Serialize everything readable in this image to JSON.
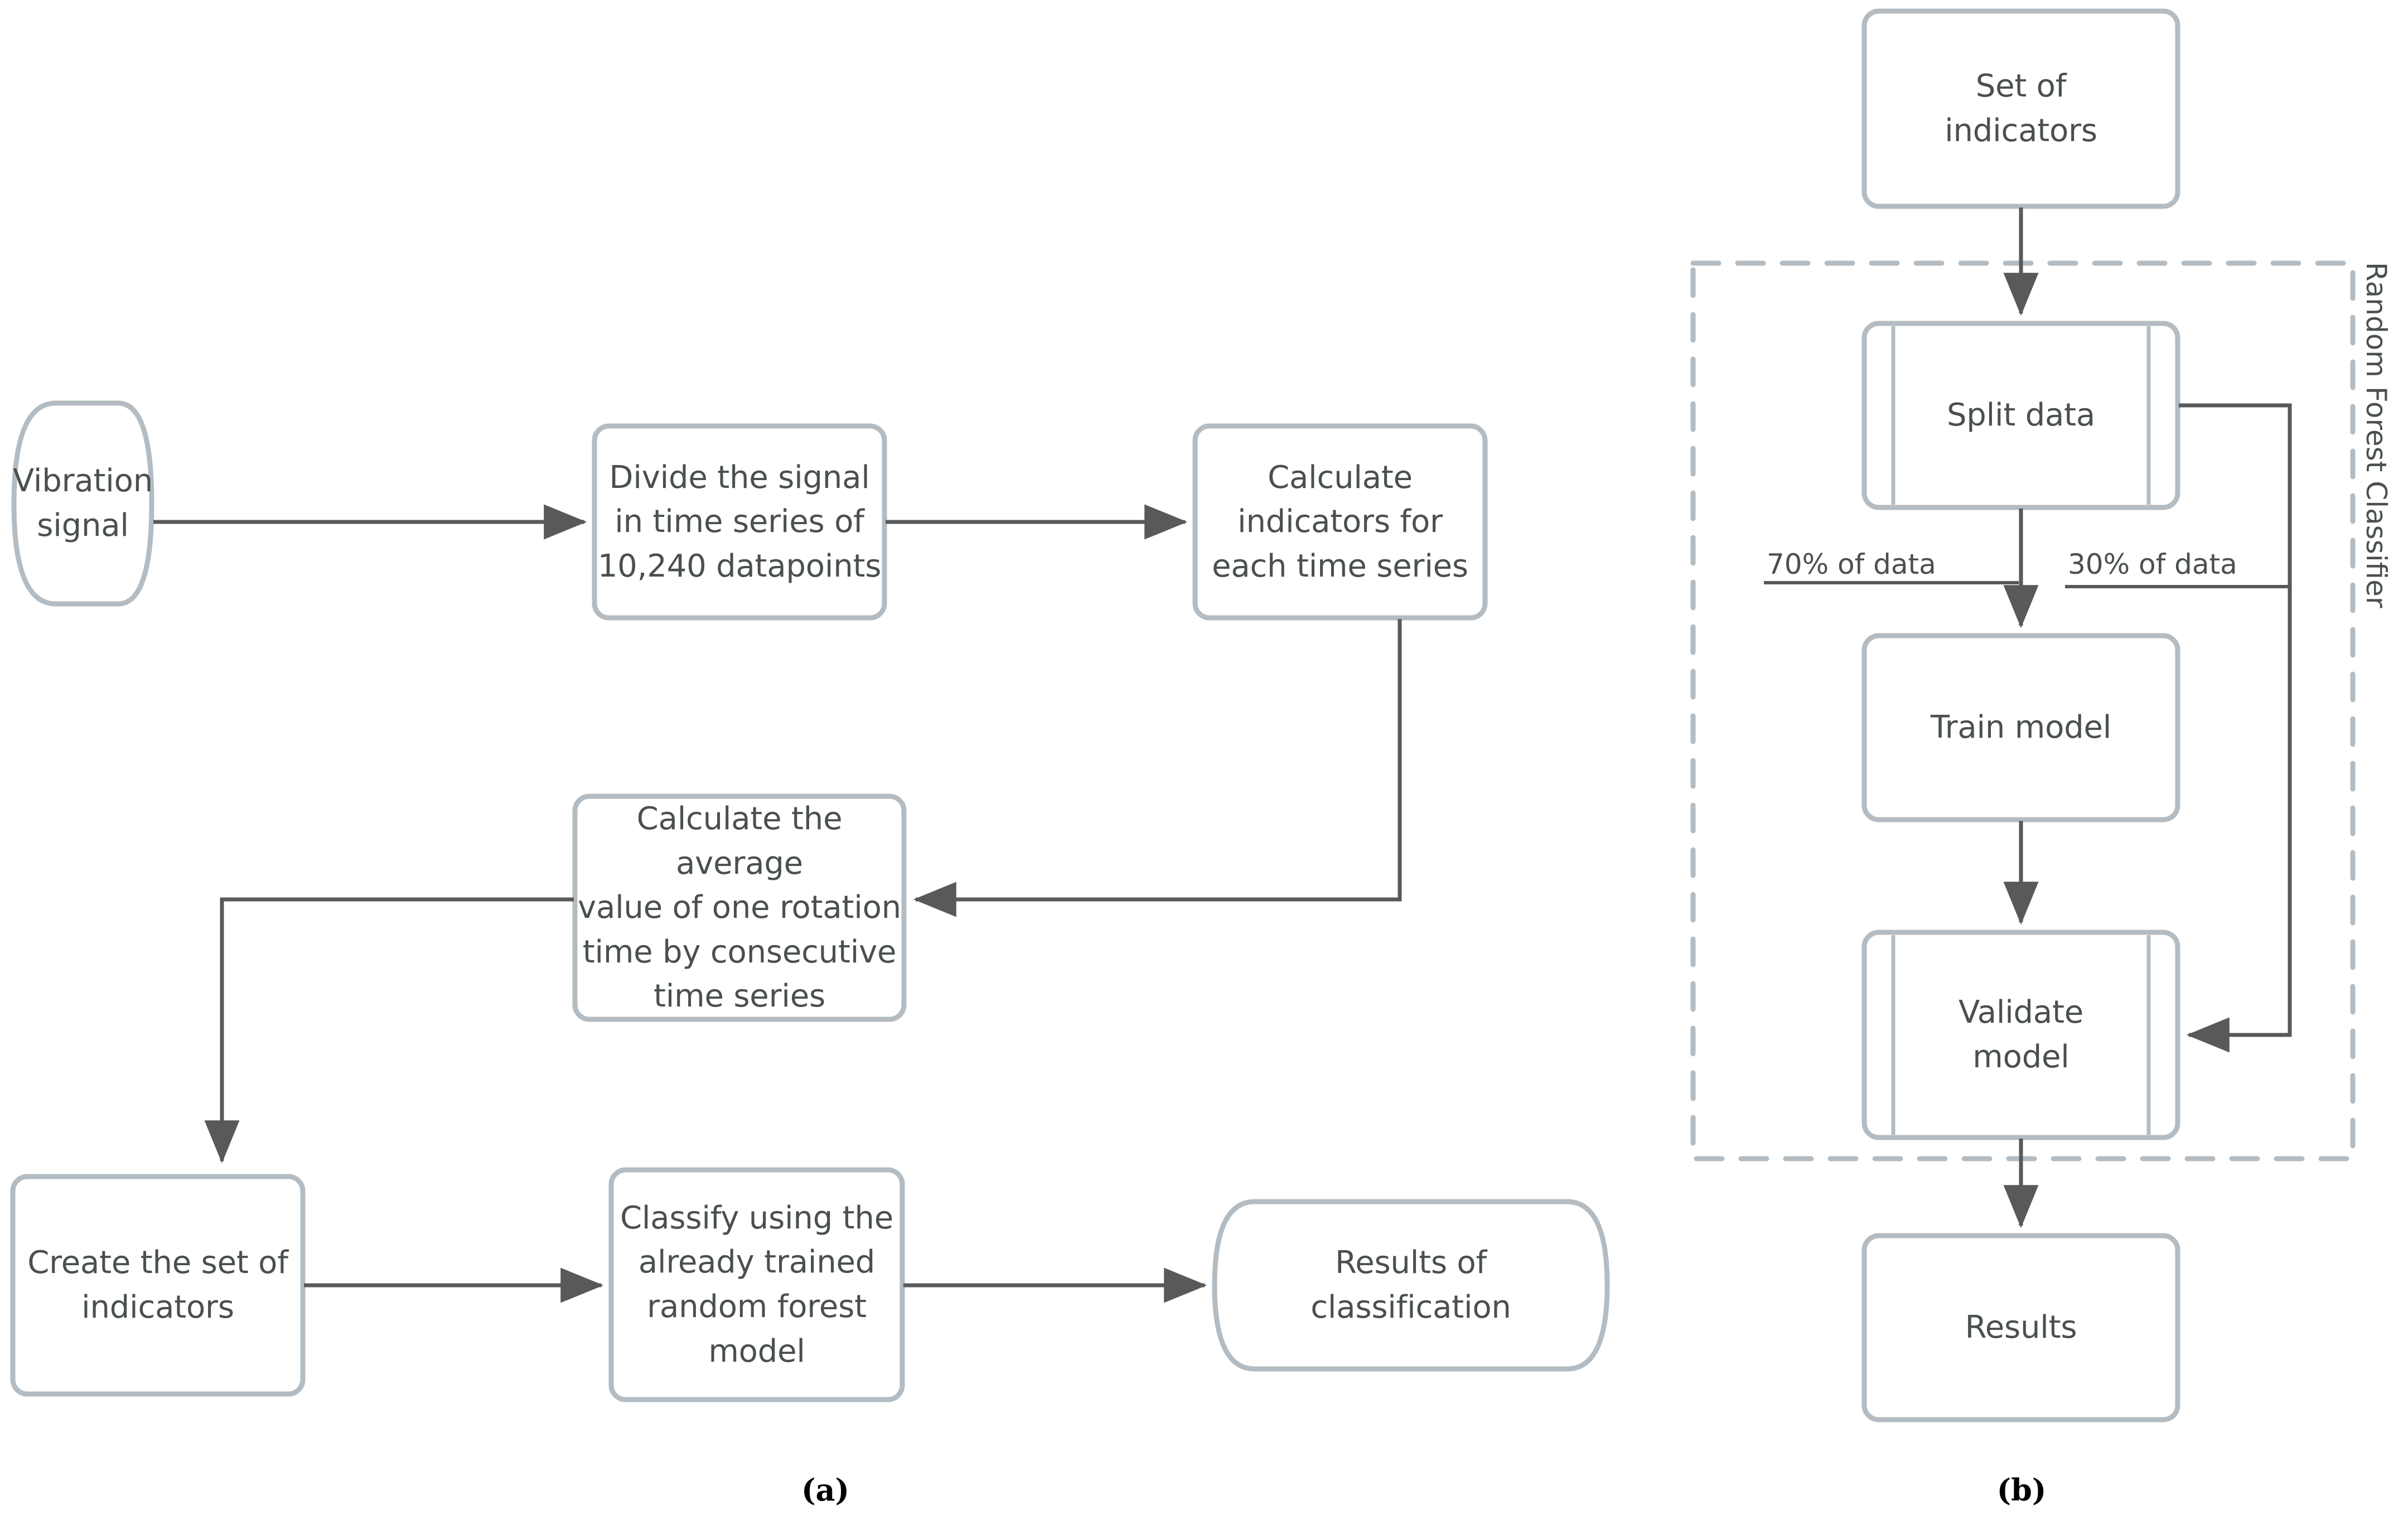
{
  "figure": {
    "panels": [
      {
        "id": "a",
        "caption": "(a)"
      },
      {
        "id": "b",
        "caption": "(b)"
      }
    ],
    "colors": {
      "node_stroke": "#b3bcc2",
      "node_fill": "#ffffff",
      "arrow": "#595959",
      "text": "#4a4f50",
      "dashed_group": "#b3bcc2",
      "caption": "#000000"
    }
  },
  "panel_a": {
    "nodes": [
      {
        "key": "vibration_signal",
        "label": "Vibration\nsignal",
        "shape": "terminator"
      },
      {
        "key": "divide_signal",
        "label": "Divide the signal\nin time series of\n10,240 datapoints",
        "shape": "process"
      },
      {
        "key": "calculate_indicators",
        "label": "Calculate\nindicators for\neach time series",
        "shape": "process"
      },
      {
        "key": "calculate_average",
        "label": "Calculate the average\nvalue of one rotation\ntime by consecutive\ntime series",
        "shape": "process"
      },
      {
        "key": "create_set",
        "label": "Create the set of\nindicators",
        "shape": "process"
      },
      {
        "key": "classify",
        "label": "Classify using the\nalready trained\nrandom forest\nmodel",
        "shape": "process"
      },
      {
        "key": "results_classification",
        "label": "Results of\nclassification",
        "shape": "terminator"
      }
    ],
    "edges": [
      {
        "from": "vibration_signal",
        "to": "divide_signal"
      },
      {
        "from": "divide_signal",
        "to": "calculate_indicators"
      },
      {
        "from": "calculate_indicators",
        "to": "calculate_average"
      },
      {
        "from": "calculate_average",
        "to": "create_set"
      },
      {
        "from": "create_set",
        "to": "classify"
      },
      {
        "from": "classify",
        "to": "results_classification"
      }
    ]
  },
  "panel_b": {
    "group_label": "Random Forest Classifier",
    "nodes": [
      {
        "key": "set_of_indicators",
        "label": "Set of\nindicators",
        "shape": "process"
      },
      {
        "key": "split_data",
        "label": "Split data",
        "shape": "predefined-process"
      },
      {
        "key": "train_model",
        "label": "Train model",
        "shape": "process"
      },
      {
        "key": "validate_model",
        "label": "Validate\nmodel",
        "shape": "predefined-process"
      },
      {
        "key": "results",
        "label": "Results",
        "shape": "process"
      }
    ],
    "edges": [
      {
        "from": "set_of_indicators",
        "to": "split_data",
        "label": ""
      },
      {
        "from": "split_data",
        "to": "train_model",
        "label": "70% of data"
      },
      {
        "from": "split_data",
        "to": "validate_model",
        "label": "30% of data"
      },
      {
        "from": "train_model",
        "to": "validate_model",
        "label": ""
      },
      {
        "from": "validate_model",
        "to": "results",
        "label": ""
      }
    ]
  }
}
